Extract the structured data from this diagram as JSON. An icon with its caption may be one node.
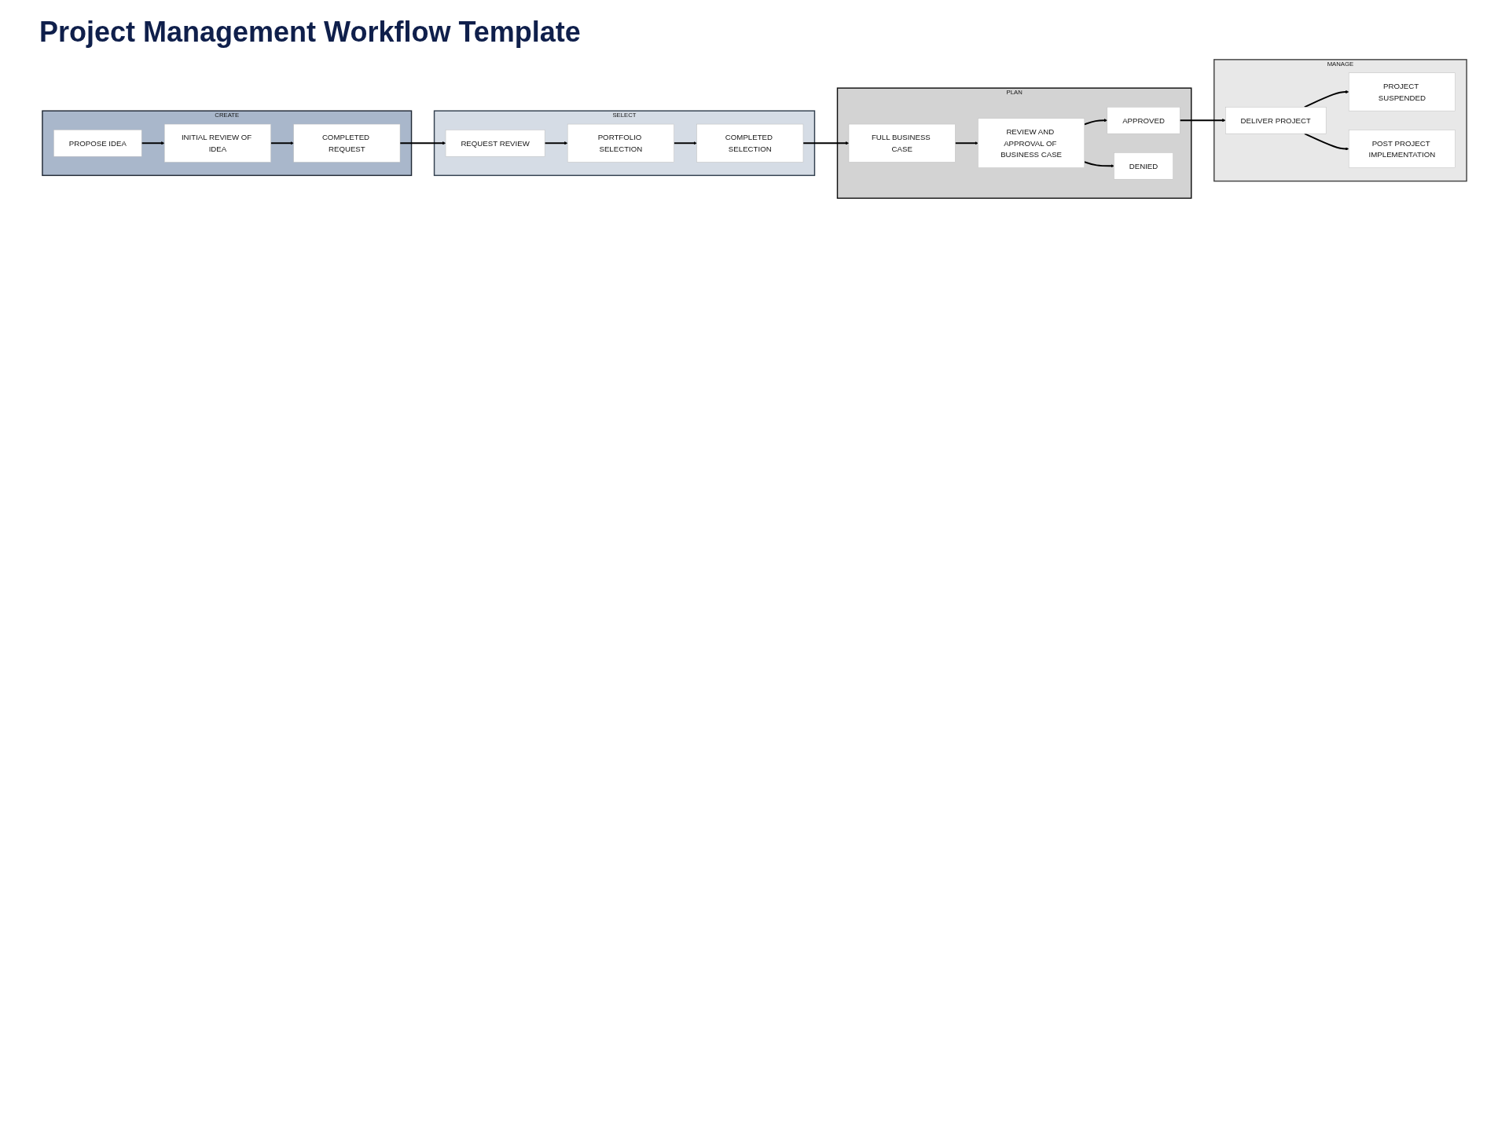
{
  "diagram": {
    "title": "Project Management Workflow Template",
    "nodes": [
      {
        "text": [
          "CREATE"
        ]
      },
      {
        "text": [
          "PROPOSE IDEA"
        ],
        "in": 0
      },
      {
        "text": [
          "INITIAL REVIEW OF IDEA"
        ],
        "in": 0
      },
      {
        "text": [
          "COMPLETED REQUEST"
        ],
        "in": 0
      },
      {
        "text": [
          "SELECT"
        ]
      },
      {
        "text": [
          "REQUEST REVIEW"
        ],
        "in": 4
      },
      {
        "text": [
          "PORTFOLIO SELECTION"
        ],
        "in": 4
      },
      {
        "text": [
          "COMPLETED SELECTION"
        ],
        "in": 4
      },
      {
        "text": [
          "PLAN"
        ]
      },
      {
        "text": [
          "FULL BUSINESS CASE"
        ],
        "in": 8
      },
      {
        "text": [
          "REVIEW AND APPROVAL OF BUSINESS CASE"
        ],
        "in": 8
      },
      {
        "text": [
          "APPROVED"
        ],
        "in": 8
      },
      {
        "text": [
          "DENIED"
        ],
        "in": 8
      },
      {
        "text": [
          "MANAGE"
        ]
      },
      {
        "text": [
          "DELIVER PROJECT"
        ],
        "in": 13
      },
      {
        "text": [
          "PROJECT SUSPENDED"
        ],
        "in": 13
      },
      {
        "text": [
          "POST PROJECT IMPLEMENTATION"
        ],
        "in": 13
      }
    ],
    "edges": [
      {
        "from": 1,
        "to": 2,
        "arrow": "to"
      },
      {
        "from": 2,
        "to": 3,
        "arrow": "to"
      },
      {
        "from": 3,
        "to": 5,
        "arrow": "to"
      },
      {
        "from": 5,
        "to": 6,
        "arrow": "to"
      },
      {
        "from": 6,
        "to": 7,
        "arrow": "to"
      },
      {
        "from": 7,
        "to": 9,
        "arrow": "to"
      },
      {
        "from": 9,
        "to": 10,
        "arrow": "to"
      },
      {
        "from": 10,
        "to": 11,
        "arrow": "to"
      },
      {
        "from": 10,
        "to": 12,
        "arrow": "to"
      },
      {
        "from": 11,
        "to": 14,
        "arrow": "to"
      },
      {
        "from": 14,
        "to": 15,
        "arrow": "to"
      },
      {
        "from": 14,
        "to": 16,
        "arrow": "to"
      }
    ]
  }
}
